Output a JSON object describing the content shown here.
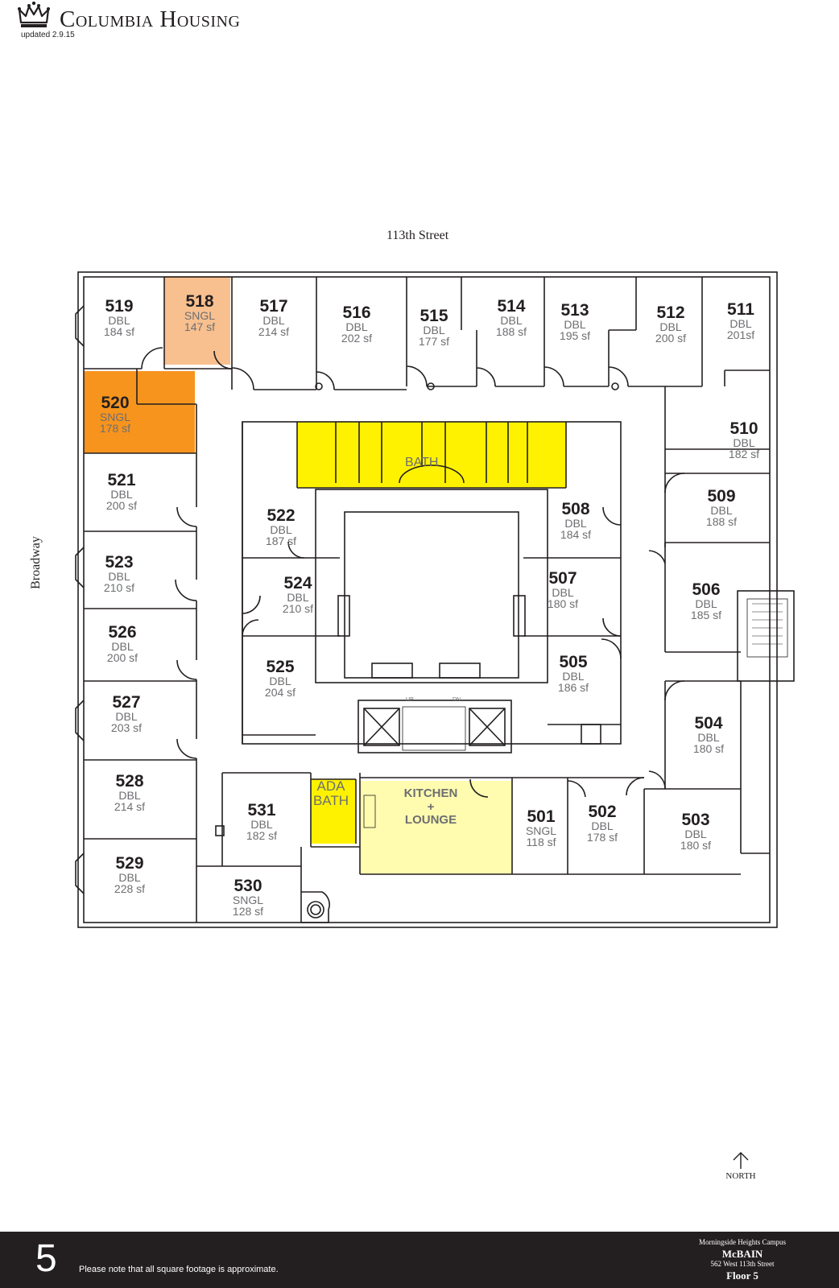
{
  "header": {
    "brand": "Columbia Housing",
    "updated": "updated 2.9.15"
  },
  "map": {
    "street_top": "113th Street",
    "street_left": "Broadway",
    "colors": {
      "sngl_light": "#f8c08f",
      "sngl_dark": "#f7941d",
      "common": "#fff200",
      "common_light": "#fffcb0",
      "wall": "#231f20",
      "room_text": "#6d6e71"
    },
    "rooms": [
      {
        "num": "519",
        "type": "DBL",
        "size": "184 sf"
      },
      {
        "num": "518",
        "type": "SNGL",
        "size": "147 sf"
      },
      {
        "num": "517",
        "type": "DBL",
        "size": "214 sf"
      },
      {
        "num": "516",
        "type": "DBL",
        "size": "202 sf"
      },
      {
        "num": "515",
        "type": "DBL",
        "size": "177 sf"
      },
      {
        "num": "514",
        "type": "DBL",
        "size": "188 sf"
      },
      {
        "num": "513",
        "type": "DBL",
        "size": "195 sf"
      },
      {
        "num": "512",
        "type": "DBL",
        "size": "200 sf"
      },
      {
        "num": "511",
        "type": "DBL",
        "size": "201sf"
      },
      {
        "num": "520",
        "type": "SNGL",
        "size": "178 sf"
      },
      {
        "num": "510",
        "type": "DBL",
        "size": "182 sf"
      },
      {
        "num": "521",
        "type": "DBL",
        "size": "200 sf"
      },
      {
        "num": "522",
        "type": "DBL",
        "size": "187 sf"
      },
      {
        "num": "508",
        "type": "DBL",
        "size": "184 sf"
      },
      {
        "num": "509",
        "type": "DBL",
        "size": "188 sf"
      },
      {
        "num": "523",
        "type": "DBL",
        "size": "210 sf"
      },
      {
        "num": "524",
        "type": "DBL",
        "size": "210 sf"
      },
      {
        "num": "507",
        "type": "DBL",
        "size": "180 sf"
      },
      {
        "num": "506",
        "type": "DBL",
        "size": "185 sf"
      },
      {
        "num": "526",
        "type": "DBL",
        "size": "200 sf"
      },
      {
        "num": "525",
        "type": "DBL",
        "size": "204 sf"
      },
      {
        "num": "505",
        "type": "DBL",
        "size": "186 sf"
      },
      {
        "num": "527",
        "type": "DBL",
        "size": "203 sf"
      },
      {
        "num": "504",
        "type": "DBL",
        "size": "180 sf"
      },
      {
        "num": "528",
        "type": "DBL",
        "size": "214 sf"
      },
      {
        "num": "531",
        "type": "DBL",
        "size": "182 sf"
      },
      {
        "num": "501",
        "type": "SNGL",
        "size": "118 sf"
      },
      {
        "num": "502",
        "type": "DBL",
        "size": "178 sf"
      },
      {
        "num": "503",
        "type": "DBL",
        "size": "180 sf"
      },
      {
        "num": "529",
        "type": "DBL",
        "size": "228 sf"
      },
      {
        "num": "530",
        "type": "SNGL",
        "size": "128 sf"
      }
    ],
    "common": {
      "bath": "BATH",
      "ada_bath": "ADA BATH",
      "kitchen": "KITCHEN + LOUNGE"
    },
    "stairs": {
      "up": "UP",
      "dn": "DN"
    },
    "north": "NORTH"
  },
  "footer": {
    "floor_number": "5",
    "note": "Please note that all square footage is approximate.",
    "campus": "Morningside Heights Campus",
    "building": "McBAIN",
    "address": "562 West 113th Street",
    "floor_label": "Floor 5"
  }
}
